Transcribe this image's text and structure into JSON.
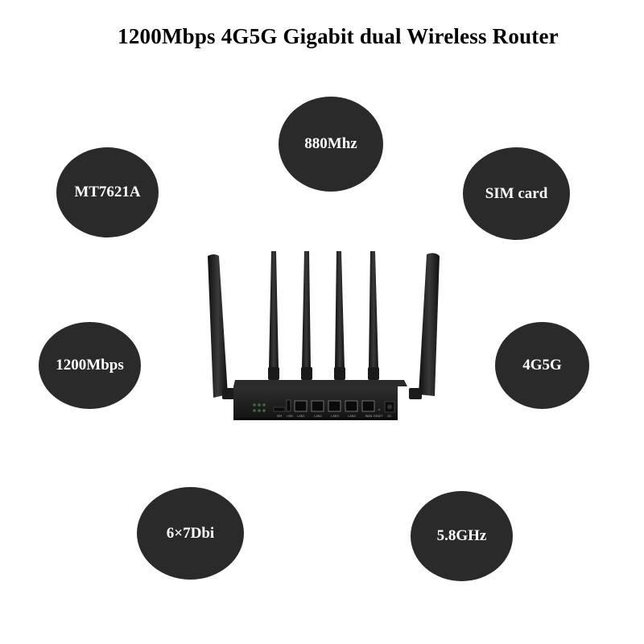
{
  "title": "1200Mbps 4G5G Gigabit dual Wireless Router",
  "features": {
    "f880": "880Mhz",
    "chip": "MT7621A",
    "sim": "SIM card",
    "speed": "1200Mbps",
    "net": "4G5G",
    "antenna": "6×7Dbi",
    "band": "5.8GHz"
  },
  "ports": {
    "sim": "SIM",
    "usb": "USB",
    "lan1": "LAN1",
    "lan2": "LAN2",
    "lan3": "LAN3",
    "lan4": "LAN4",
    "wan": "WAN",
    "reset": "RESET",
    "dc": "DC"
  },
  "colors": {
    "circle": "#2a2a2a",
    "router": "#1a1a1a"
  }
}
